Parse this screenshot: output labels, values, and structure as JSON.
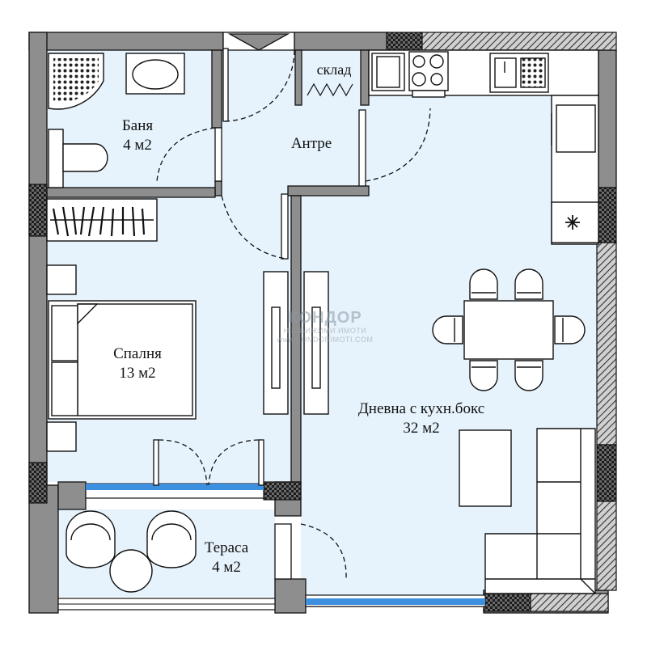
{
  "rooms": {
    "bathroom": {
      "name": "Баня",
      "area": "4 м2"
    },
    "hallway": {
      "name": "Антре"
    },
    "storage": {
      "name": "склад"
    },
    "bedroom": {
      "name": "Спалня",
      "area": "13 м2"
    },
    "living": {
      "name": "Дневна с кухн.бокс",
      "area": "32 м2"
    },
    "terrace": {
      "name": "Тераса",
      "area": "4 м2"
    }
  },
  "watermark": {
    "brand": "КОНДОР",
    "line1": "НЕДВИЖИМИ ИМОТИ",
    "line2": "www.KONDORIMOTI.COM"
  },
  "colors": {
    "wall": "#8e8e8e",
    "floor": "#e6f3fc",
    "window_glass": "#3d8fe0",
    "hatch_wall": "#555555",
    "outline": "#111111"
  }
}
